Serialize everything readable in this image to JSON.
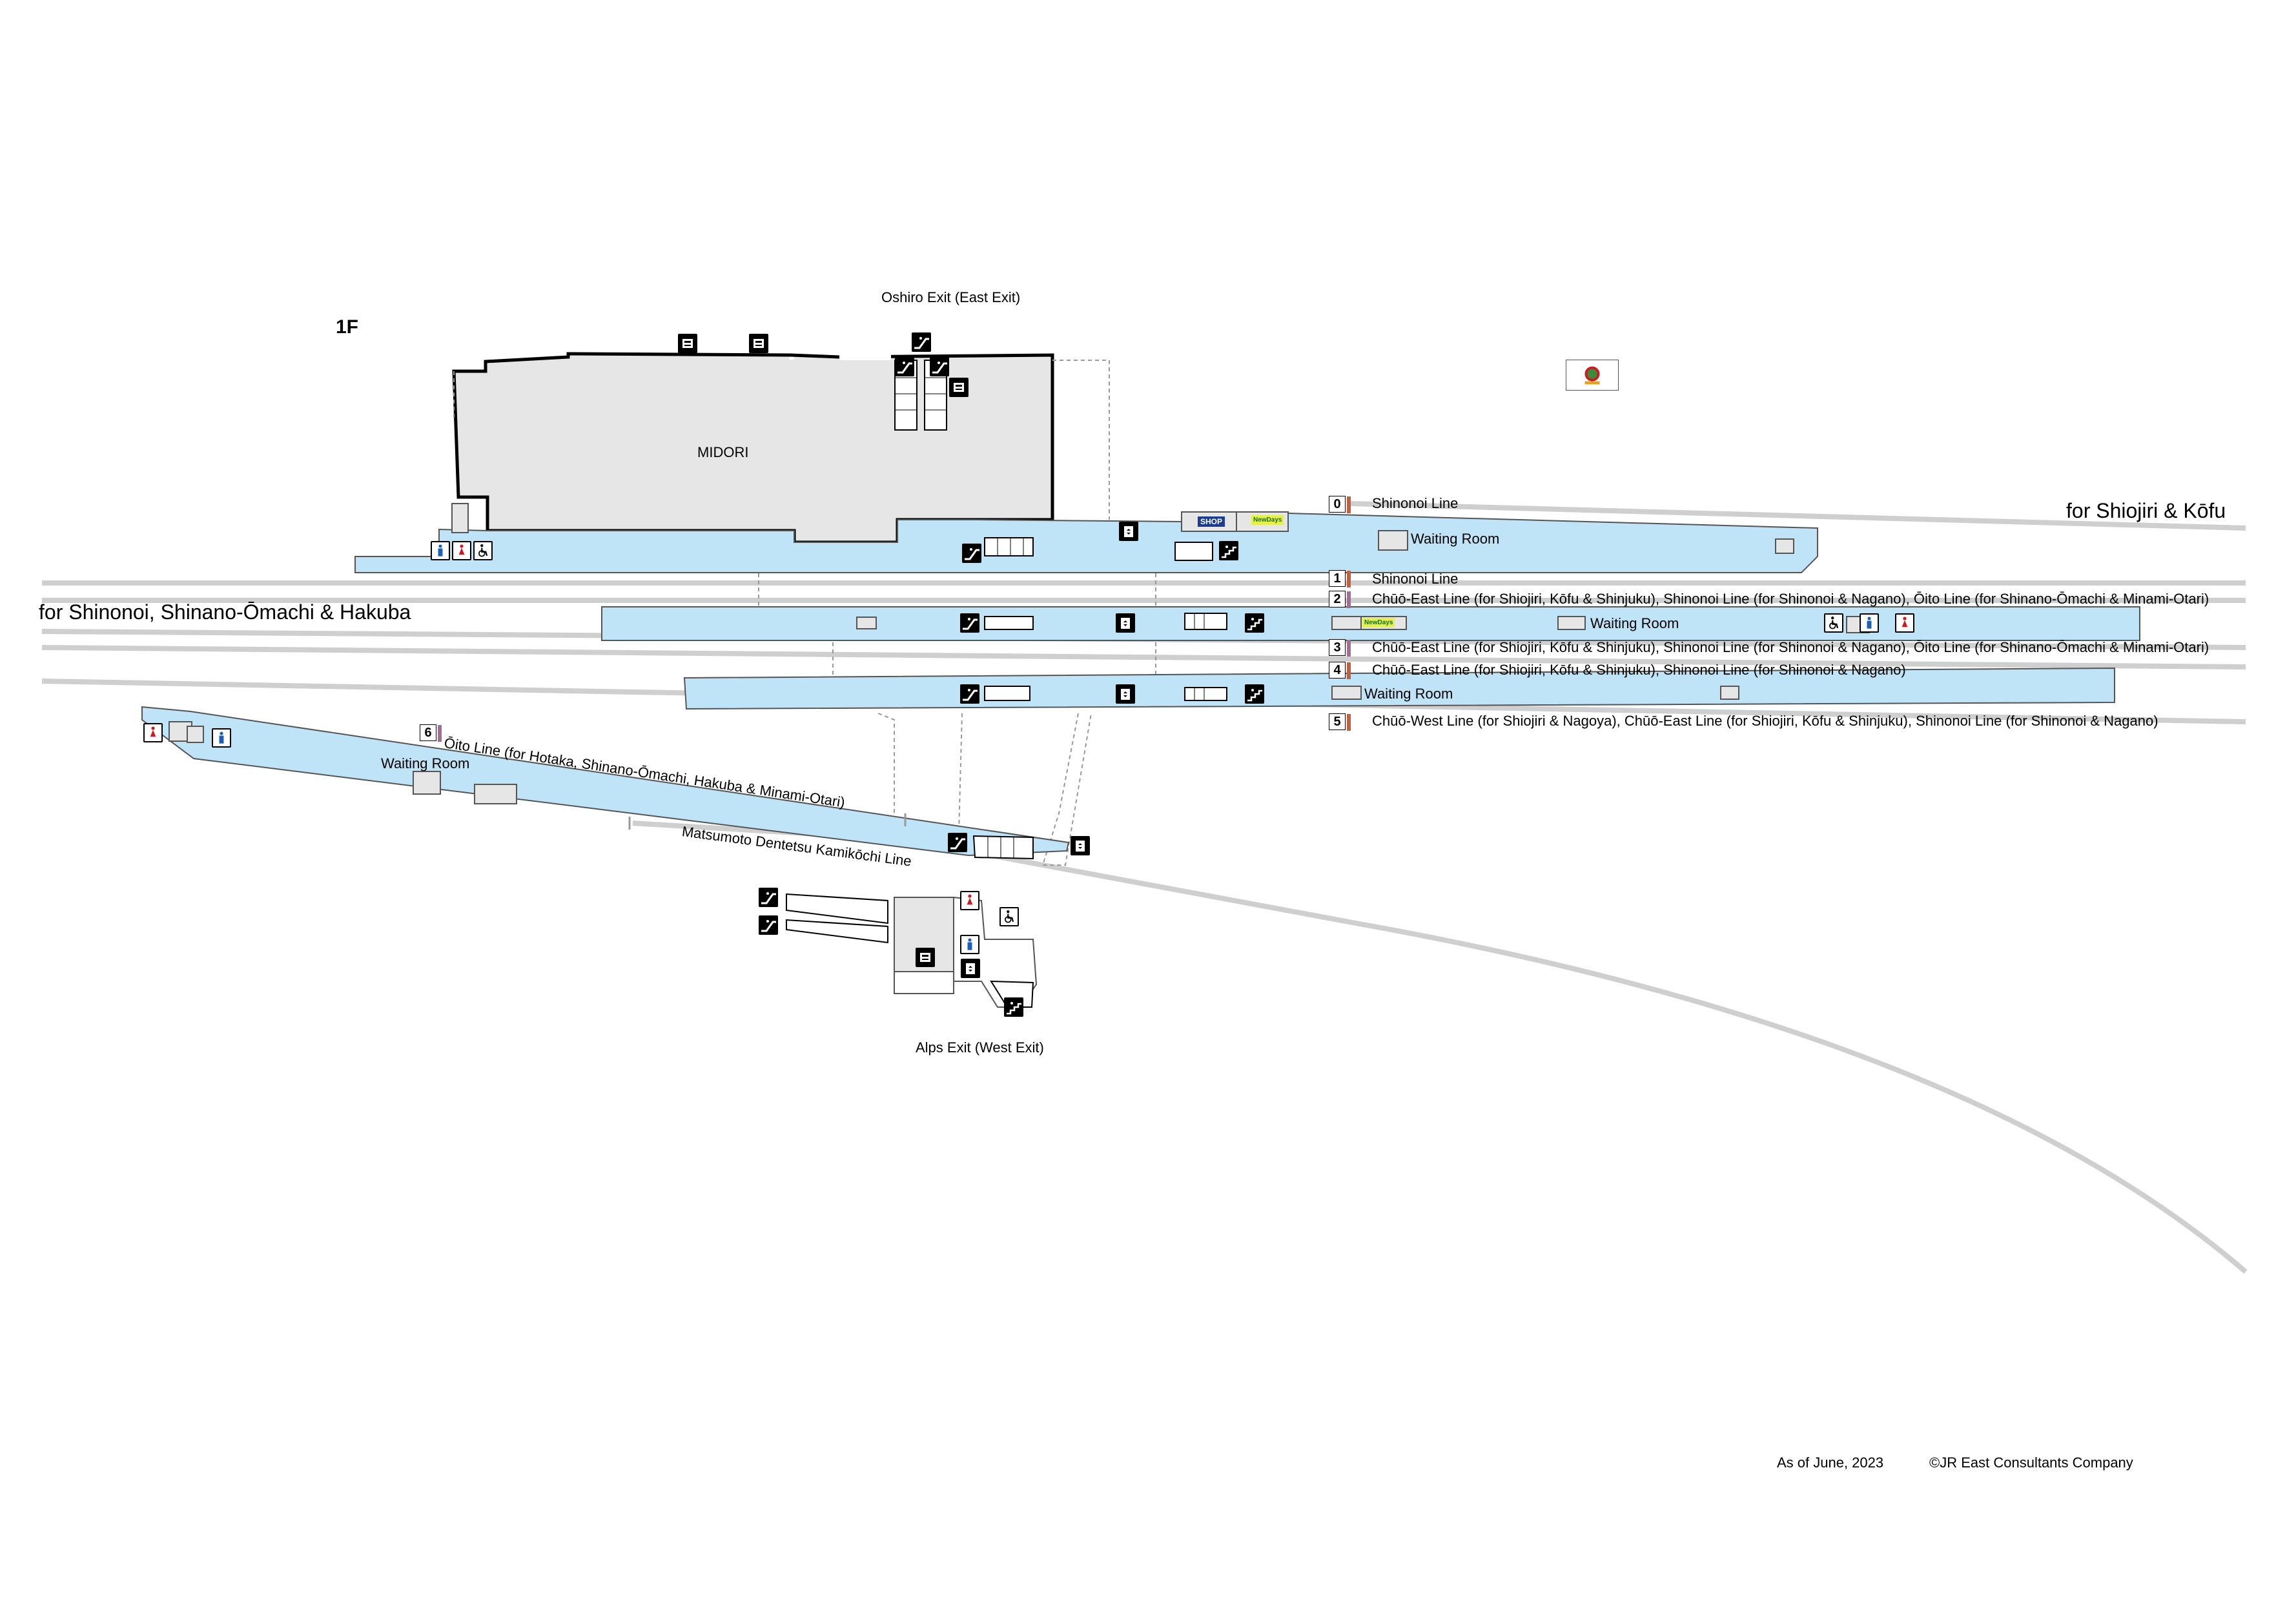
{
  "floor": "1F",
  "exits": {
    "east": "Oshiro Exit (East Exit)",
    "west": "Alps Exit (West Exit)"
  },
  "building": {
    "name": "MIDORI"
  },
  "directions": {
    "east": "for Shiojiri & Kōfu",
    "west": "for Shinonoi, Shinano-Ōmachi & Hakuba"
  },
  "tracks": [
    {
      "number": "0",
      "label": "Shinonoi Line"
    },
    {
      "number": "1",
      "label": "Shinonoi Line"
    },
    {
      "number": "2",
      "label": "Chūō-East Line (for Shiojiri, Kōfu & Shinjuku), Shinonoi Line (for Shinonoi & Nagano), Ōito Line (for Shinano-Ōmachi & Minami-Otari)"
    },
    {
      "number": "3",
      "label": "Chūō-East Line (for Shiojiri, Kōfu & Shinjuku), Shinonoi Line (for Shinonoi & Nagano), Ōito Line (for Shinano-Ōmachi & Minami-Otari)"
    },
    {
      "number": "4",
      "label": "Chūō-East Line (for Shiojiri, Kōfu & Shinjuku), Shinonoi Line (for Shinonoi & Nagano)"
    },
    {
      "number": "5",
      "label": "Chūō-West Line (for Shiojiri & Nagoya), Chūō-East Line (for Shiojiri, Kōfu & Shinjuku), Shinonoi Line (for Shinonoi & Nagano)"
    },
    {
      "number": "6",
      "label": "Ōito Line (for Hotaka, Shinano-Ōmachi, Hakuba & Minami-Otari)"
    }
  ],
  "other_line": "Matsumoto Dentetsu Kamikōchi Line",
  "rooms": {
    "waiting_room": "Waiting Room",
    "shop": "SHOP",
    "newdays": "NewDays"
  },
  "footer": {
    "date": "As of June, 2023",
    "copyright": "©JR East Consultants Company"
  },
  "colors": {
    "platform": "#bfe3f7",
    "building": "#e6e6e6",
    "rail": "#cccccc",
    "men": "#1e5fb4",
    "women": "#d0191e"
  }
}
